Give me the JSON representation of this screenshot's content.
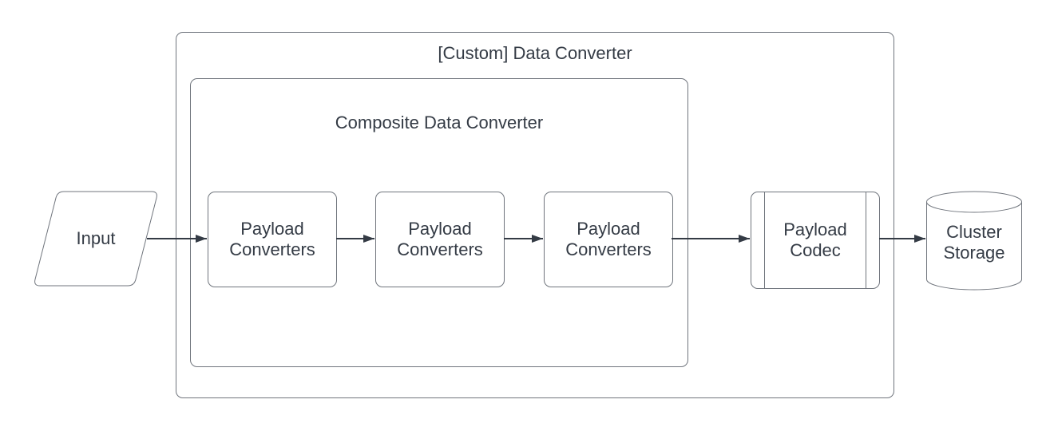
{
  "diagram": {
    "containers": {
      "custom": {
        "label": "[Custom] Data Converter"
      },
      "composite": {
        "label": "Composite Data Converter"
      }
    },
    "nodes": {
      "input": {
        "label": "Input",
        "shape": "parallelogram"
      },
      "payload_converter_1": {
        "label": "Payload Converters",
        "shape": "rounded-rectangle"
      },
      "payload_converter_2": {
        "label": "Payload Converters",
        "shape": "rounded-rectangle"
      },
      "payload_converter_3": {
        "label": "Payload Converters",
        "shape": "rounded-rectangle"
      },
      "payload_codec": {
        "label": "Payload Codec",
        "shape": "predefined-process"
      },
      "cluster_storage": {
        "label": "Cluster Storage",
        "shape": "cylinder"
      }
    },
    "connectors": [
      {
        "from": "input",
        "to": "payload_converter_1"
      },
      {
        "from": "payload_converter_1",
        "to": "payload_converter_2"
      },
      {
        "from": "payload_converter_2",
        "to": "payload_converter_3"
      },
      {
        "from": "payload_converter_3",
        "to": "payload_codec"
      },
      {
        "from": "payload_codec",
        "to": "cluster_storage"
      }
    ],
    "colors": {
      "background": "#ffffff",
      "shape_stroke": "#70757d",
      "connector": "#343b45",
      "text": "#343b45"
    }
  }
}
